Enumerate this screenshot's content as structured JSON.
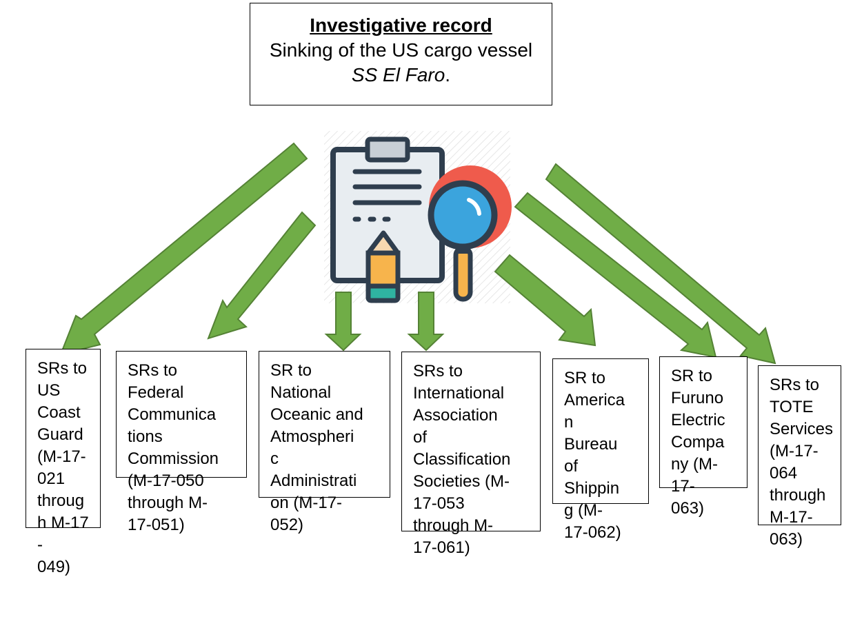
{
  "title": {
    "heading": "Investigative record",
    "line1": "Sinking of the US cargo vessel",
    "vessel": "SS El Faro",
    "period": "."
  },
  "recipients": [
    {
      "label": "SRs to\nUS\nCoast\nGuard\n(M-17-\n021\nthroug\nh M-17-\n049)"
    },
    {
      "label": "SRs to\nFederal\nCommunica\ntions\nCommission\n(M-17-050\nthrough M-\n17-051)"
    },
    {
      "label": "SR to\nNational\nOceanic and\nAtmospheri\nc\nAdministrati\non (M-17-\n052)"
    },
    {
      "label": "SRs to\nInternational\nAssociation\nof\nClassification\nSocieties (M-\n17-053\nthrough M-\n17-061)"
    },
    {
      "label": "SR to\nAmerica\nn\nBureau\nof\nShippin\ng (M-\n17-062)"
    },
    {
      "label": "SR to\nFuruno\nElectric\nCompa\nny (M-\n17-\n063)"
    },
    {
      "label": "SRs to\nTOTE\nServices\n(M-17-\n064\nthrough\nM-17-\n063)"
    }
  ],
  "icon": {
    "name": "investigation-clipboard-magnifier-icon"
  },
  "colors": {
    "arrow_fill": "#70ad47",
    "arrow_stroke": "#548235",
    "clip_dark": "#2f3e4e",
    "lens_blue": "#3ba4dd",
    "halo_red": "#ef5b4c",
    "pencil_yellow": "#f7b44c"
  }
}
